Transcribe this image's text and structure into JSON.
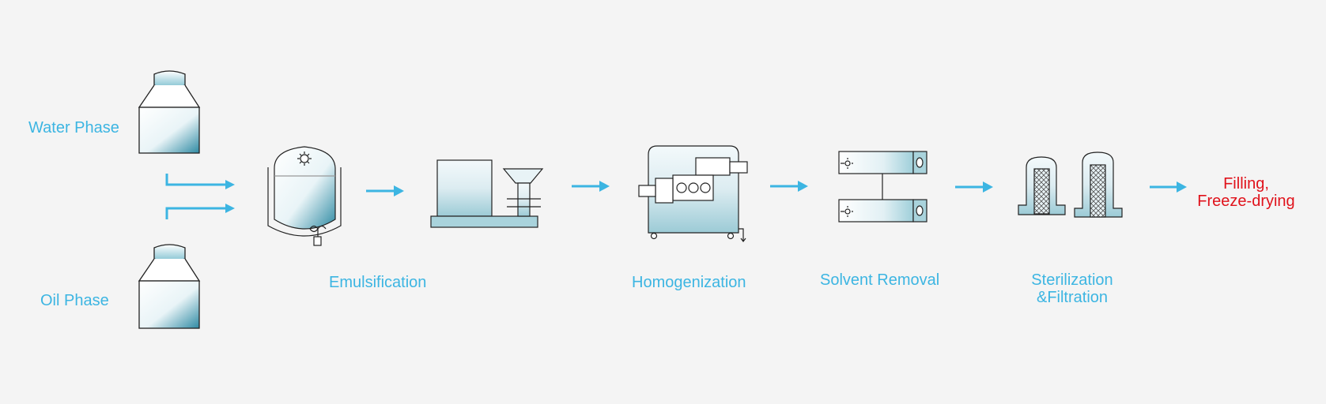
{
  "labels": {
    "water_phase": "Water Phase",
    "oil_phase": "Oil Phase",
    "emulsification": "Emulsification",
    "homogenization": "Homogenization",
    "solvent_removal": "Solvent Removal",
    "sterilization_line1": "Sterilization",
    "sterilization_line2": "&Filtration",
    "final_line1": "Filling,",
    "final_line2": "Freeze-drying"
  },
  "colors": {
    "background": "#f4f4f4",
    "accent": "#3cb5e2",
    "final_step": "#e0121b",
    "equipment_fill": "#a9d3dc",
    "outline": "#222222"
  },
  "icons": [
    "bottle-icon",
    "reactor-icon",
    "emulsifier-icon",
    "homogenizer-icon",
    "evaporator-icon",
    "filter-housing-icon",
    "arrow-icon"
  ]
}
